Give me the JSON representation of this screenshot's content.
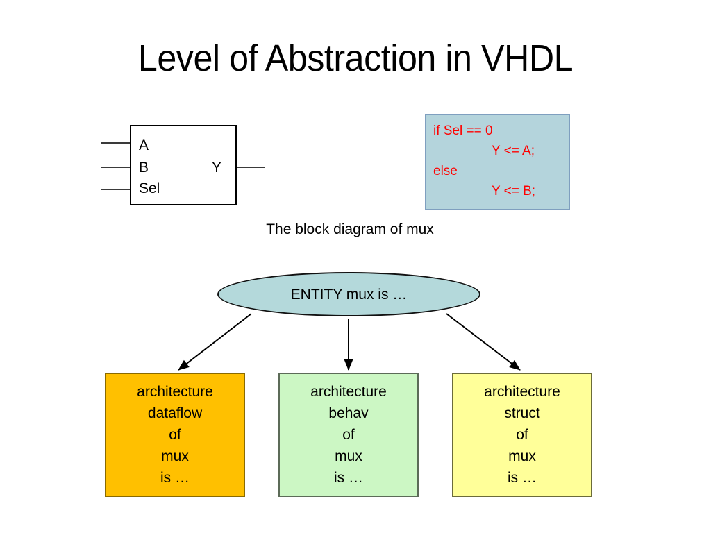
{
  "slide": {
    "title": "Level of Abstraction in VHDL",
    "caption": "The block diagram of mux"
  },
  "block_diagram": {
    "name": "mux-block-diagram",
    "inputs": [
      {
        "label": "A"
      },
      {
        "label": "B"
      },
      {
        "label": "Sel"
      }
    ],
    "outputs": [
      {
        "label": "Y"
      }
    ]
  },
  "code_box": {
    "background": "#b4d4dc",
    "border_color": "#7f9fbf",
    "text_color": "#ff0000",
    "lines": [
      {
        "text": "if Sel == 0",
        "indent": false
      },
      {
        "text": "Y <= A;",
        "indent": true
      },
      {
        "text": "else",
        "indent": false
      },
      {
        "text": "Y <= B;",
        "indent": true
      }
    ]
  },
  "entity": {
    "label": "ENTITY mux is …",
    "fill": "#b4d9db",
    "border_color": "#111111"
  },
  "architectures": [
    {
      "id": "dataflow",
      "fill": "#ffc000",
      "lines": [
        "architecture",
        "dataflow",
        "of",
        "mux",
        "is …"
      ]
    },
    {
      "id": "behav",
      "fill": "#ccf7c4",
      "lines": [
        "architecture",
        "behav",
        "of",
        "mux",
        "is …"
      ]
    },
    {
      "id": "struct",
      "fill": "#ffff99",
      "lines": [
        "architecture",
        "struct",
        "of",
        "mux",
        "is …"
      ]
    }
  ],
  "connectors": [
    {
      "id": "entity-to-dataflow",
      "from": "entity",
      "to": "architecture-dataflow",
      "style": "arrow"
    },
    {
      "id": "entity-to-behav",
      "from": "entity",
      "to": "architecture-behav",
      "style": "arrow"
    },
    {
      "id": "entity-to-struct",
      "from": "entity",
      "to": "architecture-struct",
      "style": "arrow"
    }
  ]
}
